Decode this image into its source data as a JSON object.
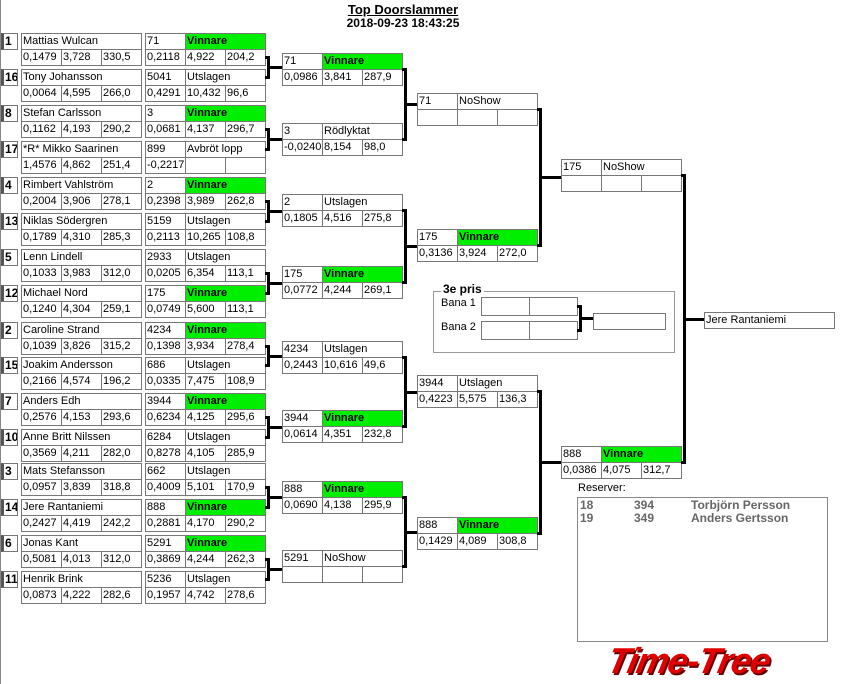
{
  "header": {
    "title": "Top Doorslammer",
    "datetime": "2018-09-23 18:43:25"
  },
  "round1": [
    {
      "seed": "1",
      "name": "Mattias Wulcan",
      "r": "0,1479",
      "et": "3,728",
      "speed": "330,5",
      "res": {
        "num": "71",
        "status": "Vinnare",
        "r": "0,2118",
        "et": "4,922",
        "speed": "204,2",
        "winner": true
      }
    },
    {
      "seed": "16",
      "name": "Tony Johansson",
      "r": "0,0064",
      "et": "4,595",
      "speed": "266,0",
      "res": {
        "num": "5041",
        "status": "Utslagen",
        "r": "0,4291",
        "et": "10,432",
        "speed": "96,6",
        "winner": false
      }
    },
    {
      "seed": "8",
      "name": "Stefan Carlsson",
      "r": "0,1162",
      "et": "4,193",
      "speed": "290,2",
      "res": {
        "num": "3",
        "status": "Vinnare",
        "r": "0,0681",
        "et": "4,137",
        "speed": "296,7",
        "winner": true
      }
    },
    {
      "seed": "17",
      "name": "*R* Mikko Saarinen",
      "r": "1,4576",
      "et": "4,862",
      "speed": "251,4",
      "res": {
        "num": "899",
        "status": "Avbröt lopp",
        "r": "-0,2217",
        "et": "",
        "speed": "",
        "winner": false
      }
    },
    {
      "seed": "4",
      "name": "Rimbert Vahlström",
      "r": "0,2004",
      "et": "3,906",
      "speed": "278,1",
      "res": {
        "num": "2",
        "status": "Vinnare",
        "r": "0,2398",
        "et": "3,989",
        "speed": "262,8",
        "winner": true
      }
    },
    {
      "seed": "13",
      "name": "Niklas Södergren",
      "r": "0,1789",
      "et": "4,310",
      "speed": "285,3",
      "res": {
        "num": "5159",
        "status": "Utslagen",
        "r": "0,2113",
        "et": "10,265",
        "speed": "108,8",
        "winner": false
      }
    },
    {
      "seed": "5",
      "name": "Lenn Lindell",
      "r": "0,1033",
      "et": "3,983",
      "speed": "312,0",
      "res": {
        "num": "2933",
        "status": "Utslagen",
        "r": "0,0205",
        "et": "6,354",
        "speed": "113,1",
        "winner": false
      }
    },
    {
      "seed": "12",
      "name": "Michael Nord",
      "r": "0,1240",
      "et": "4,304",
      "speed": "259,1",
      "res": {
        "num": "175",
        "status": "Vinnare",
        "r": "0,0749",
        "et": "5,600",
        "speed": "113,1",
        "winner": true
      }
    },
    {
      "seed": "2",
      "name": "Caroline Strand",
      "r": "0,1039",
      "et": "3,826",
      "speed": "315,2",
      "res": {
        "num": "4234",
        "status": "Vinnare",
        "r": "0,1398",
        "et": "3,934",
        "speed": "278,4",
        "winner": true
      }
    },
    {
      "seed": "15",
      "name": "Joakim Andersson",
      "r": "0,2166",
      "et": "4,574",
      "speed": "196,2",
      "res": {
        "num": "686",
        "status": "Utslagen",
        "r": "0,0335",
        "et": "7,475",
        "speed": "108,9",
        "winner": false
      }
    },
    {
      "seed": "7",
      "name": "Anders Edh",
      "r": "0,2576",
      "et": "4,153",
      "speed": "293,6",
      "res": {
        "num": "3944",
        "status": "Vinnare",
        "r": "0,6234",
        "et": "4,125",
        "speed": "295,6",
        "winner": true
      }
    },
    {
      "seed": "10",
      "name": "Anne Britt Nilssen",
      "r": "0,3569",
      "et": "4,211",
      "speed": "282,0",
      "res": {
        "num": "6284",
        "status": "Utslagen",
        "r": "0,8278",
        "et": "4,105",
        "speed": "285,9",
        "winner": false
      }
    },
    {
      "seed": "3",
      "name": "Mats Stefansson",
      "r": "0,0957",
      "et": "3,839",
      "speed": "318,8",
      "res": {
        "num": "662",
        "status": "Utslagen",
        "r": "0,4009",
        "et": "5,101",
        "speed": "170,9",
        "winner": false
      }
    },
    {
      "seed": "14",
      "name": "Jere Rantaniemi",
      "r": "0,2427",
      "et": "4,419",
      "speed": "242,2",
      "res": {
        "num": "888",
        "status": "Vinnare",
        "r": "0,2881",
        "et": "4,170",
        "speed": "290,2",
        "winner": true
      }
    },
    {
      "seed": "6",
      "name": "Jonas Kant",
      "r": "0,5081",
      "et": "4,013",
      "speed": "312,0",
      "res": {
        "num": "5291",
        "status": "Vinnare",
        "r": "0,3869",
        "et": "4,244",
        "speed": "262,3",
        "winner": true
      }
    },
    {
      "seed": "11",
      "name": "Henrik Brink",
      "r": "0,0873",
      "et": "4,222",
      "speed": "282,6",
      "res": {
        "num": "5236",
        "status": "Utslagen",
        "r": "0,1957",
        "et": "4,742",
        "speed": "278,6",
        "winner": false
      }
    }
  ],
  "round2": [
    {
      "num": "71",
      "status": "Vinnare",
      "r": "0,0986",
      "et": "3,841",
      "speed": "287,9",
      "winner": true
    },
    {
      "num": "3",
      "status": "Rödlyktat",
      "r": "-0,0240",
      "et": "8,154",
      "speed": "98,0",
      "winner": false
    },
    {
      "num": "2",
      "status": "Utslagen",
      "r": "0,1805",
      "et": "4,516",
      "speed": "275,8",
      "winner": false
    },
    {
      "num": "175",
      "status": "Vinnare",
      "r": "0,0772",
      "et": "4,244",
      "speed": "269,1",
      "winner": true
    },
    {
      "num": "4234",
      "status": "Utslagen",
      "r": "0,2443",
      "et": "10,616",
      "speed": "49,6",
      "winner": false
    },
    {
      "num": "3944",
      "status": "Vinnare",
      "r": "0,0614",
      "et": "4,351",
      "speed": "232,8",
      "winner": true
    },
    {
      "num": "888",
      "status": "Vinnare",
      "r": "0,0690",
      "et": "4,138",
      "speed": "295,9",
      "winner": true
    },
    {
      "num": "5291",
      "status": "NoShow",
      "r": "",
      "et": "",
      "speed": "",
      "winner": false
    }
  ],
  "round3": [
    {
      "num": "71",
      "status": "NoShow",
      "r": "",
      "et": "",
      "speed": "",
      "winner": false
    },
    {
      "num": "175",
      "status": "Vinnare",
      "r": "0,3136",
      "et": "3,924",
      "speed": "272,0",
      "winner": true
    },
    {
      "num": "3944",
      "status": "Utslagen",
      "r": "0,4223",
      "et": "5,575",
      "speed": "136,3",
      "winner": false
    },
    {
      "num": "888",
      "status": "Vinnare",
      "r": "0,1429",
      "et": "4,089",
      "speed": "308,8",
      "winner": true
    }
  ],
  "round4": [
    {
      "num": "175",
      "status": "NoShow",
      "r": "",
      "et": "",
      "speed": "",
      "winner": false
    },
    {
      "num": "888",
      "status": "Vinnare",
      "r": "0,0386",
      "et": "4,075",
      "speed": "312,7",
      "winner": true
    }
  ],
  "final": {
    "winner": "Jere Rantaniemi"
  },
  "third_place": {
    "title": "3e pris",
    "lane1": "Bana 1",
    "lane2": "Bana 2"
  },
  "reserves": {
    "label": "Reserver:",
    "rows": [
      {
        "pos": "18",
        "num": "394",
        "name": "Torbjörn Persson"
      },
      {
        "pos": "19",
        "num": "349",
        "name": "Anders Gertsson"
      }
    ]
  },
  "logo": "Time-Tree",
  "colors": {
    "winner": "#00ee00",
    "logo": "#e00000"
  }
}
